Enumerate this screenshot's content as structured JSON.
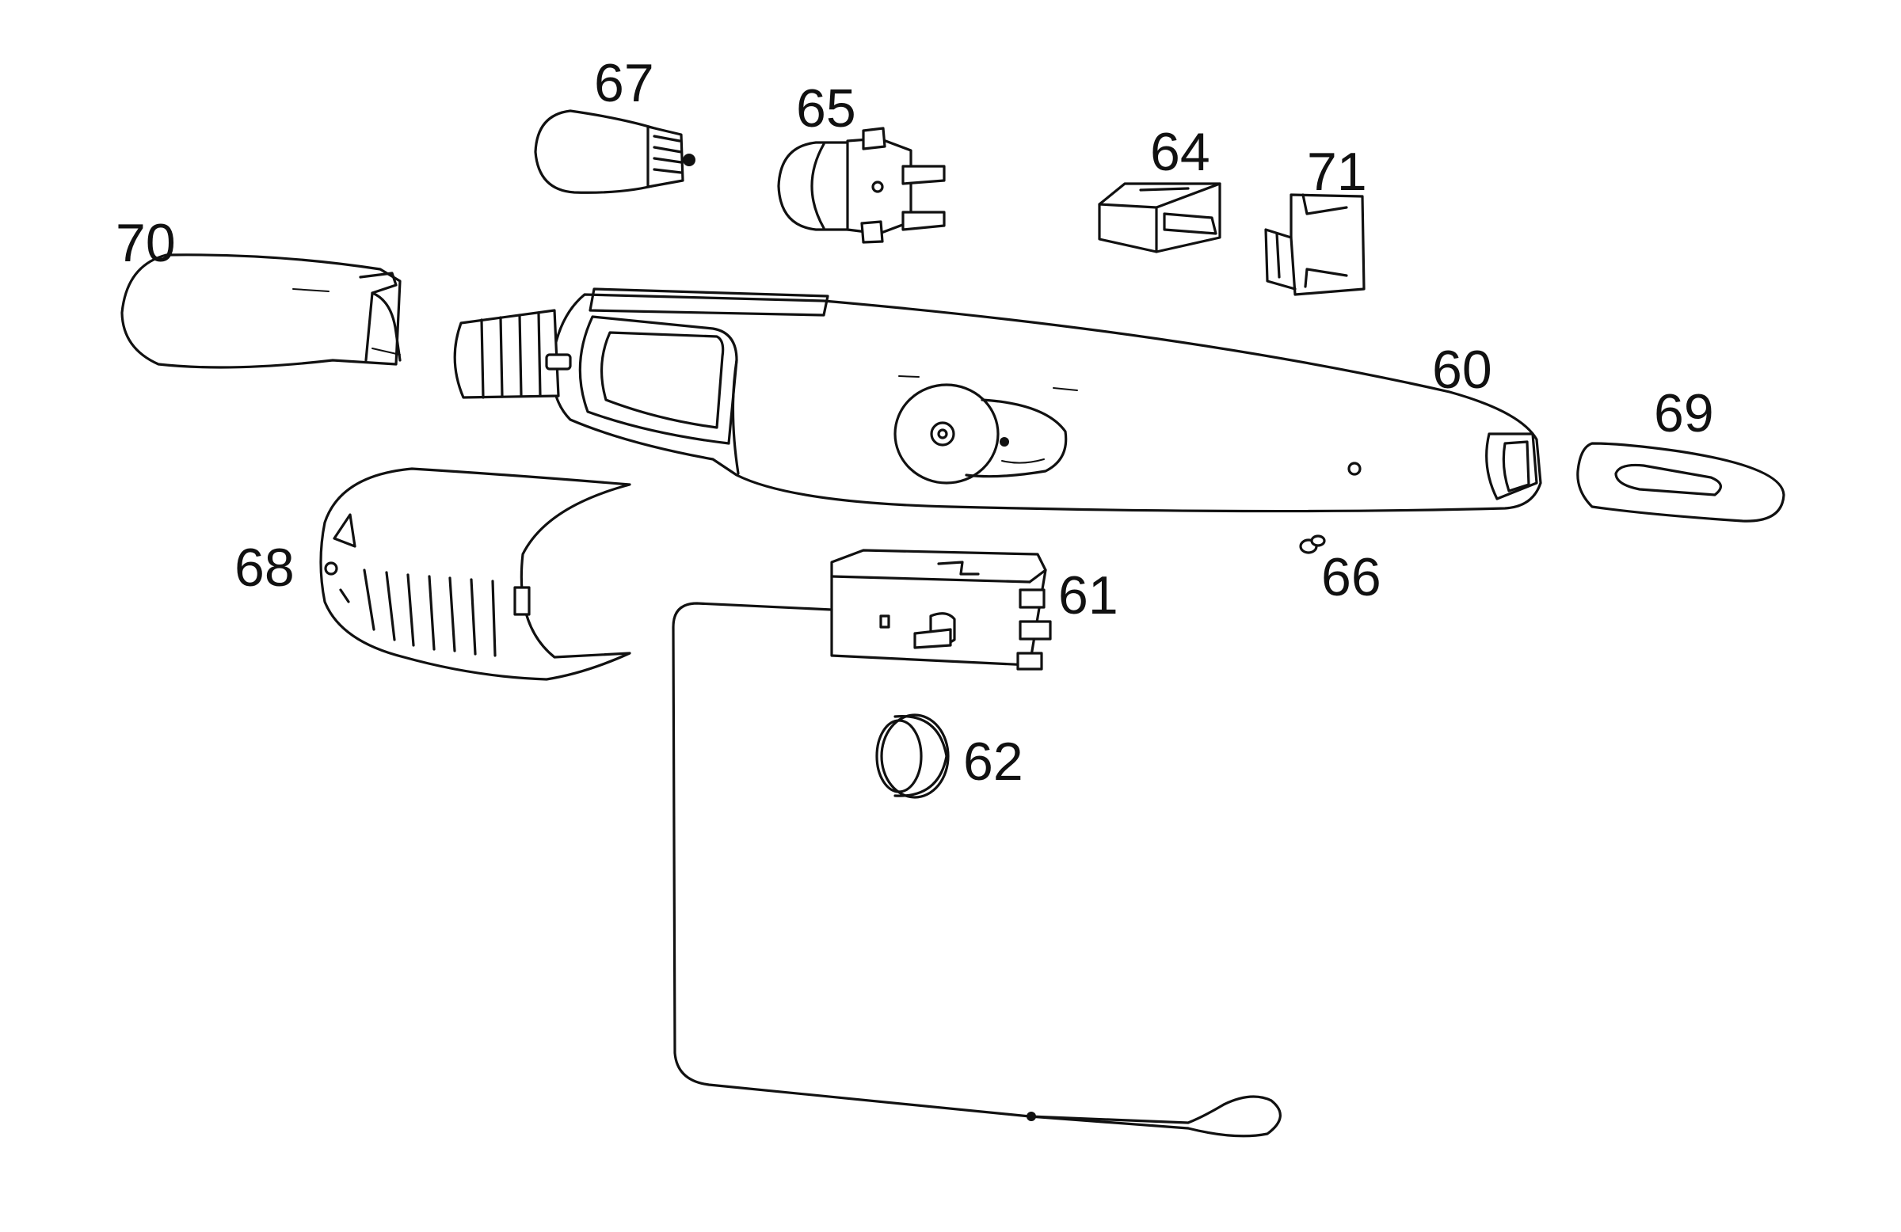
{
  "labels": {
    "p60": "60",
    "p61": "61",
    "p62": "62",
    "p64": "64",
    "p65": "65",
    "p66": "66",
    "p67": "67",
    "p68": "68",
    "p69": "69",
    "p70": "70",
    "p71": "71"
  },
  "colors": {
    "ink": "#111111",
    "paper": "#ffffff"
  }
}
